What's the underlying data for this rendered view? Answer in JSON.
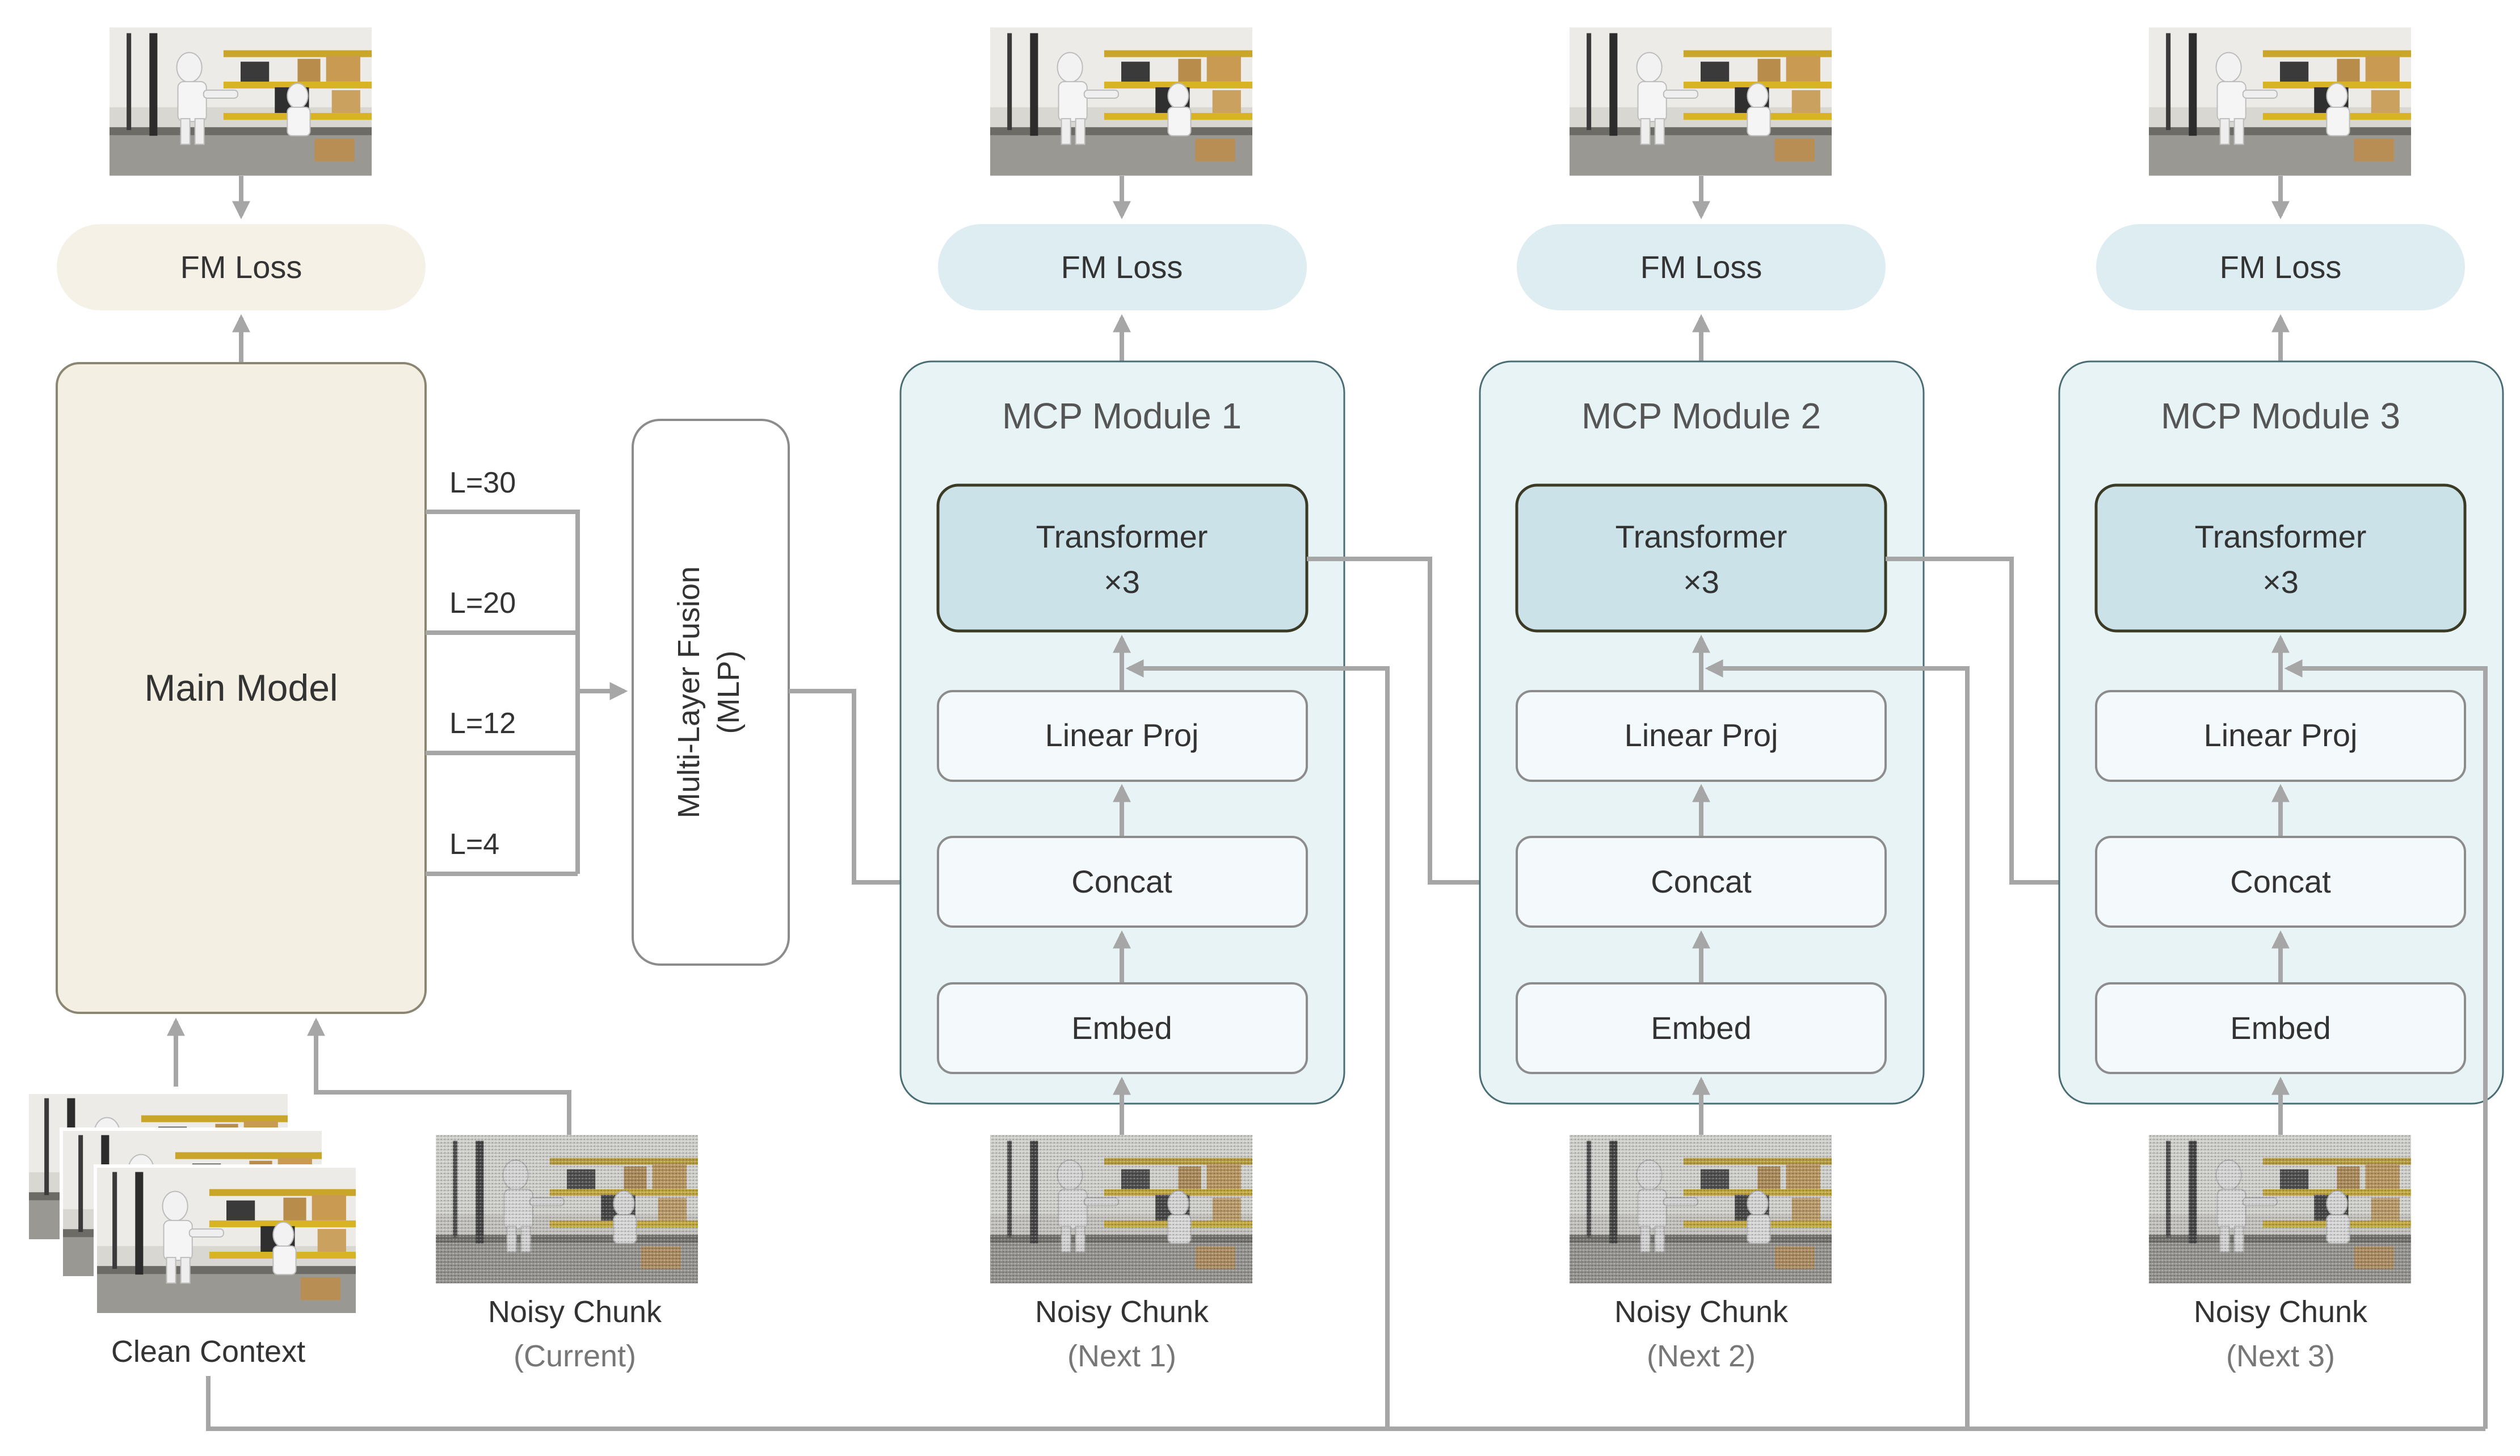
{
  "colors": {
    "main_fill": "#f3efe3",
    "main_stroke": "#8a8672",
    "fm_loss_main_fill": "#f5f1e7",
    "module_fill": "#e8f3f5",
    "module_stroke": "#4a6d74",
    "fm_loss_module_fill": "#deedf1",
    "transformer_fill": "#cbe3e8",
    "transformer_stroke": "#3b3a25",
    "block_fill": "#f4f9fb",
    "block_stroke": "#8c8c8c",
    "arrow": "#a6a6a6"
  },
  "main_model": {
    "label": "Main Model",
    "fm_loss": "FM Loss",
    "layer_taps": [
      "L=30",
      "L=20",
      "L=12",
      "L=4"
    ]
  },
  "fusion": {
    "line1": "Multi-Layer Fusion",
    "line2": "(MLP)"
  },
  "modules": [
    {
      "title": "MCP Module 1",
      "fm_loss": "FM Loss",
      "transformer": "Transformer",
      "repeat": "×3",
      "linear_proj": "Linear Proj",
      "concat": "Concat",
      "embed": "Embed",
      "input_label": "Noisy Chunk",
      "input_sub": "(Next 1)"
    },
    {
      "title": "MCP Module 2",
      "fm_loss": "FM Loss",
      "transformer": "Transformer",
      "repeat": "×3",
      "linear_proj": "Linear Proj",
      "concat": "Concat",
      "embed": "Embed",
      "input_label": "Noisy Chunk",
      "input_sub": "(Next 2)"
    },
    {
      "title": "MCP Module 3",
      "fm_loss": "FM Loss",
      "transformer": "Transformer",
      "repeat": "×3",
      "linear_proj": "Linear Proj",
      "concat": "Concat",
      "embed": "Embed",
      "input_label": "Noisy Chunk",
      "input_sub": "(Next 3)"
    }
  ],
  "inputs": {
    "clean_context": "Clean Context",
    "noisy_current_label": "Noisy Chunk",
    "noisy_current_sub": "(Current)"
  },
  "image_icons": [
    "robot-warehouse-frame"
  ]
}
